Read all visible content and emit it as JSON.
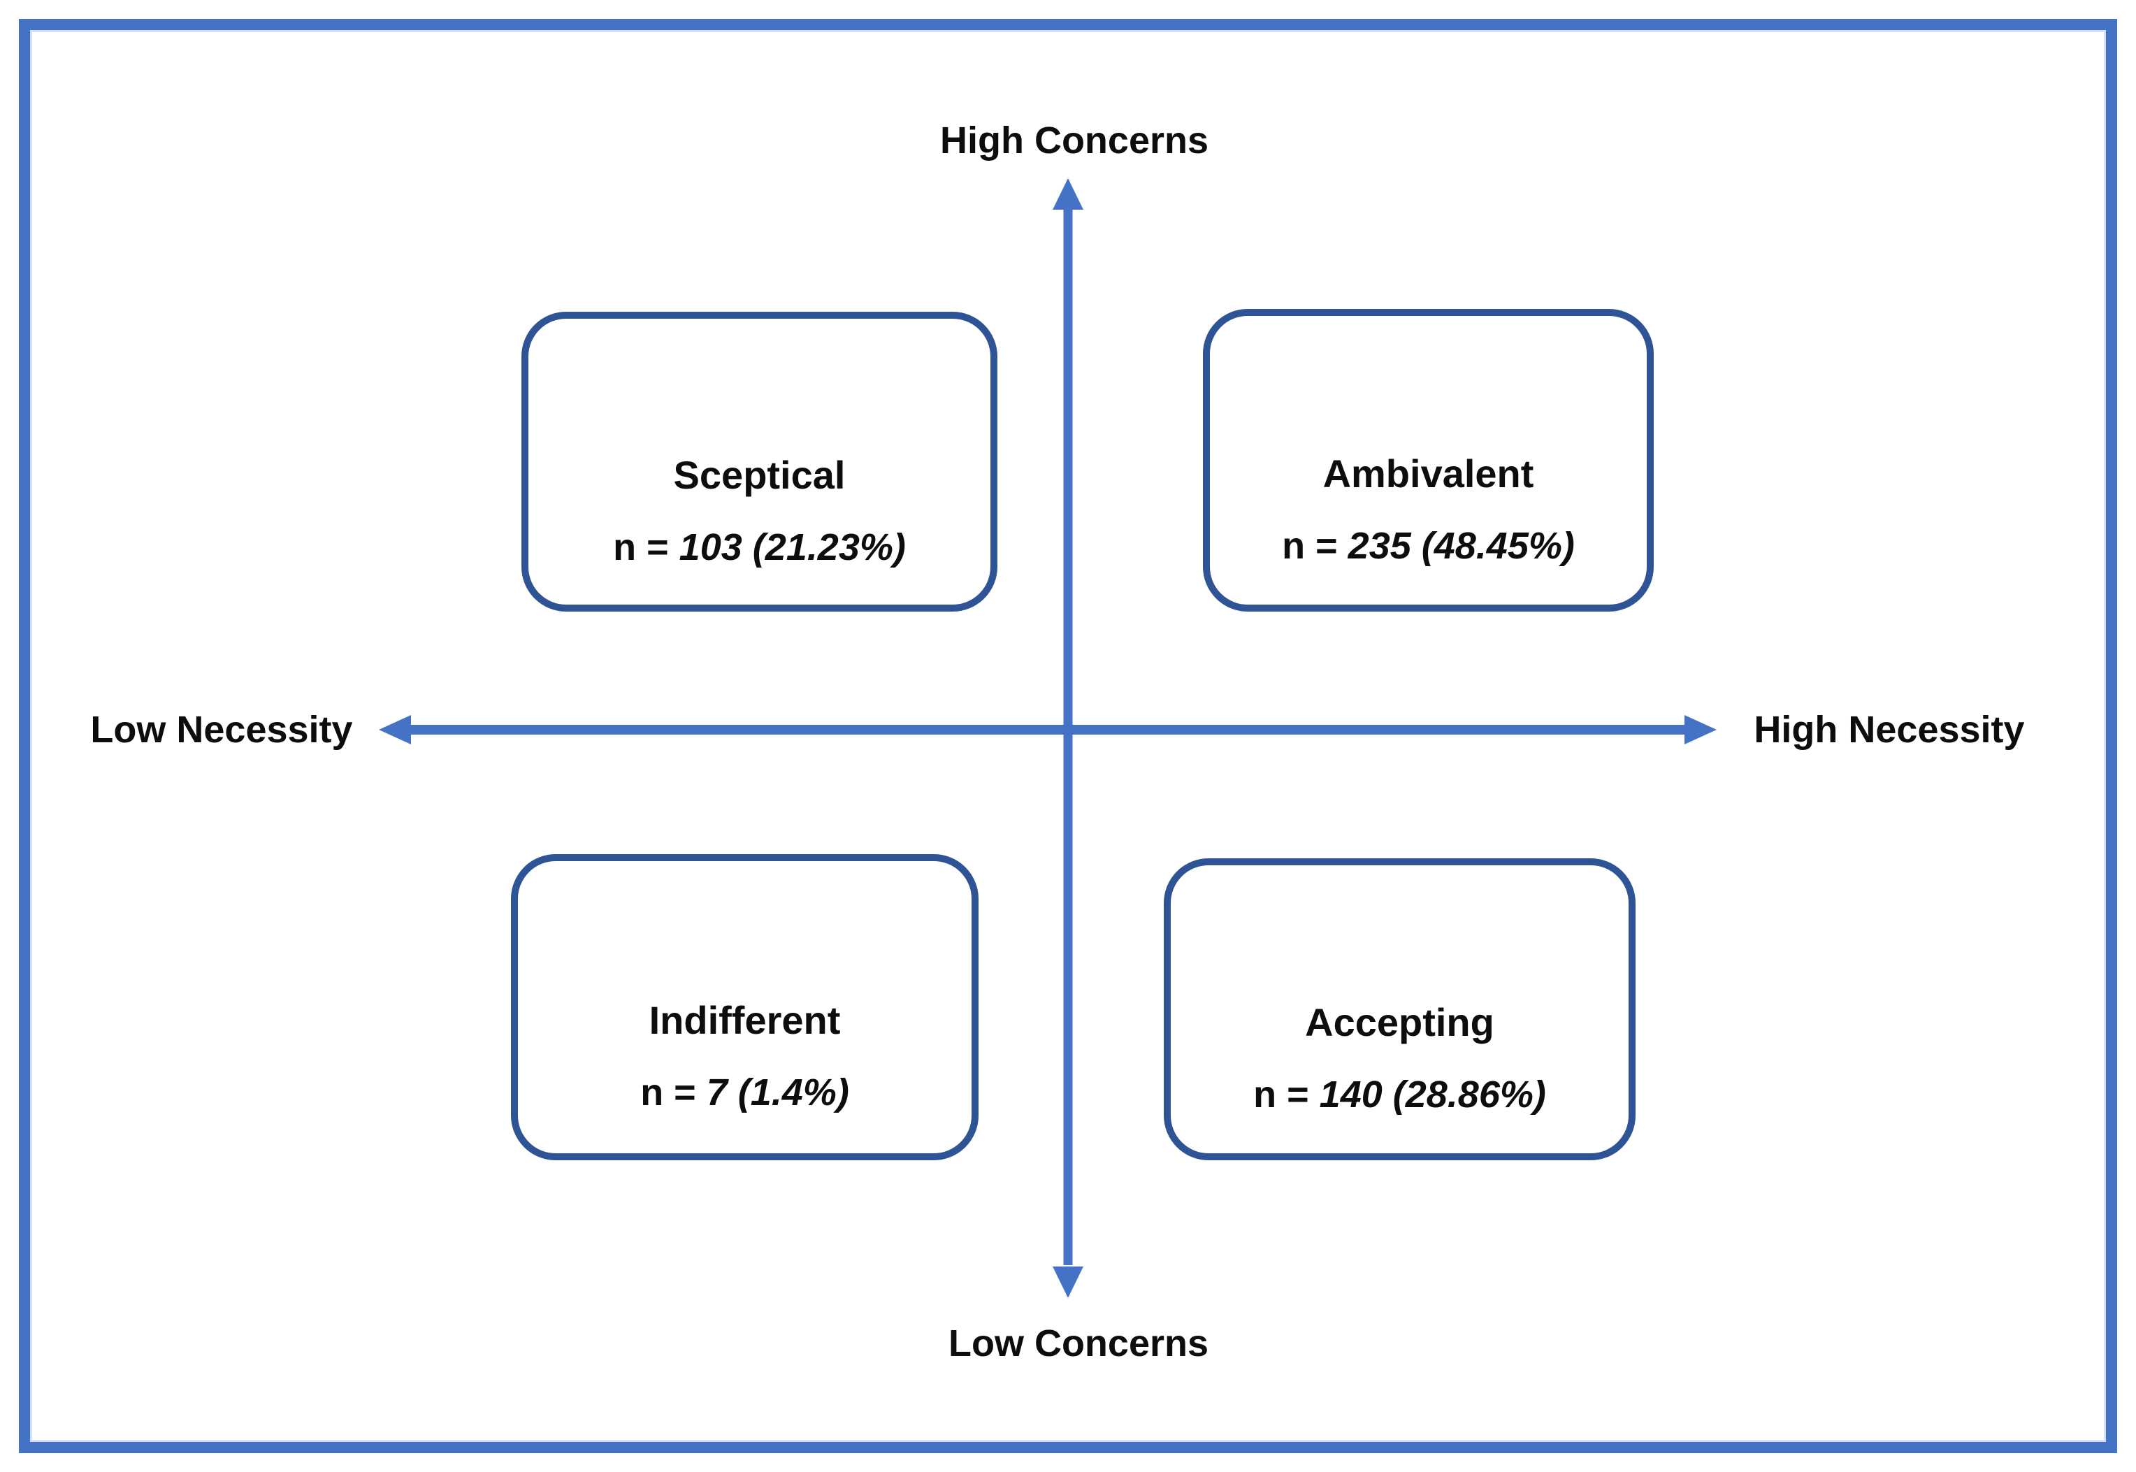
{
  "figure": {
    "axis_labels": {
      "top": "High Concerns",
      "bottom": "Low Concerns",
      "left": "Low Necessity",
      "right": "High Necessity"
    },
    "quadrants": {
      "top_left": {
        "title": "Sceptical",
        "n_prefix": "n = ",
        "n_value": "103 (21.23%)"
      },
      "top_right": {
        "title": "Ambivalent",
        "n_prefix": "n = ",
        "n_value": "235 (48.45%)"
      },
      "bottom_left": {
        "title": "Indifferent",
        "n_prefix": "n = ",
        "n_value": "7 (1.4%)"
      },
      "bottom_right": {
        "title": "Accepting",
        "n_prefix": "n = ",
        "n_value": "140 (28.86%)"
      }
    },
    "colors": {
      "frame_blue": "#4472C4",
      "axis_arrow_blue": "#4472C4",
      "quadrant_border_blue": "#2F5496",
      "text": "#0D0D0D",
      "background": "#FFFFFF"
    }
  },
  "chart_data": {
    "type": "quadrant-diagram",
    "x_axis": {
      "low_label": "Low Necessity",
      "high_label": "High Necessity"
    },
    "y_axis": {
      "low_label": "Low Concerns",
      "high_label": "High Concerns"
    },
    "quadrants": [
      {
        "position": "high-concerns / low-necessity",
        "label": "Sceptical",
        "n": 103,
        "percent": 21.23
      },
      {
        "position": "high-concerns / high-necessity",
        "label": "Ambivalent",
        "n": 235,
        "percent": 48.45
      },
      {
        "position": "low-concerns / low-necessity",
        "label": "Indifferent",
        "n": 7,
        "percent": 1.4
      },
      {
        "position": "low-concerns / high-necessity",
        "label": "Accepting",
        "n": 140,
        "percent": 28.86
      }
    ]
  }
}
